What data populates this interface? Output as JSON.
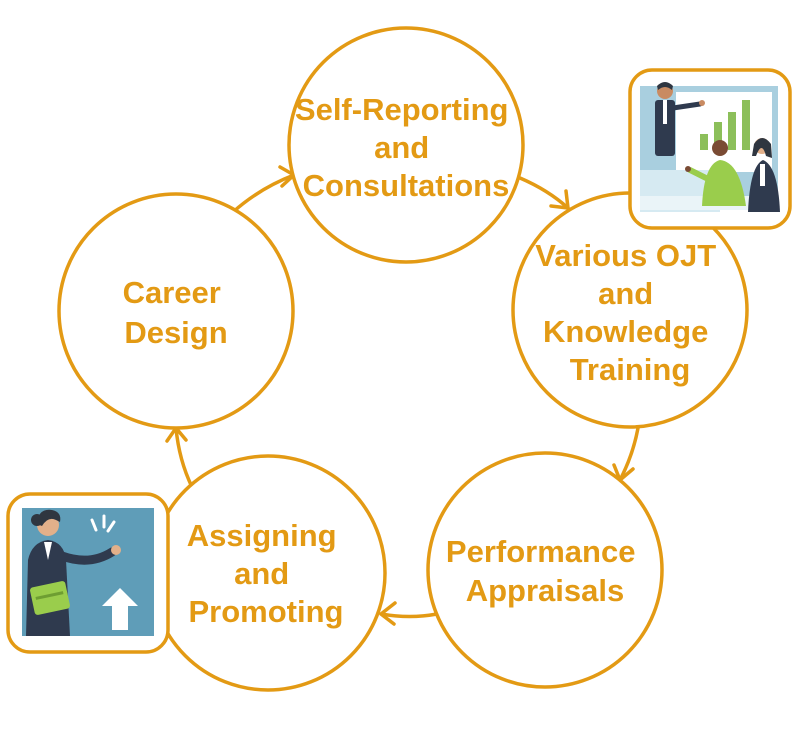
{
  "theme": {
    "accent": "#E39A14",
    "panel_blue": "#5F9DB8",
    "panel_blue_light": "#A9CFDF"
  },
  "nodes": [
    {
      "id": "self-reporting",
      "lines": [
        "Self-Reporting",
        "and",
        "Consultations"
      ]
    },
    {
      "id": "various-ojt",
      "lines": [
        "Various OJT",
        "and",
        "Knowledge",
        "Training"
      ]
    },
    {
      "id": "performance",
      "lines": [
        "Performance",
        "Appraisals"
      ]
    },
    {
      "id": "assigning",
      "lines": [
        "Assigning",
        "and",
        "Promoting"
      ]
    },
    {
      "id": "career",
      "lines": [
        "Career",
        "Design"
      ]
    }
  ],
  "illustrations": [
    {
      "id": "meeting",
      "icon": "business-meeting-illustration"
    },
    {
      "id": "promotion",
      "icon": "promotion-presenter-illustration"
    }
  ]
}
